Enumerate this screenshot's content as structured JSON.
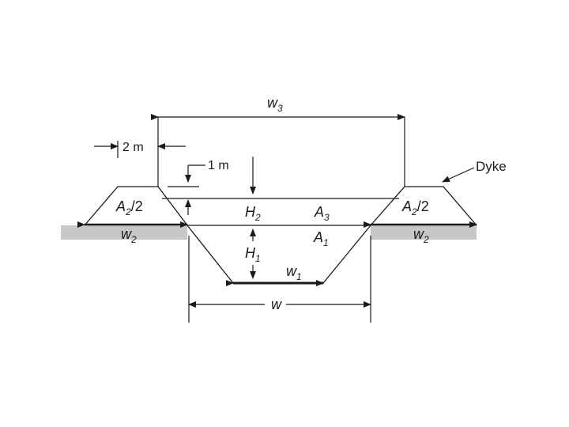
{
  "labels": {
    "w3": "w",
    "w3_sub": "3",
    "two_m": "2 m",
    "one_m": "1 m",
    "dyke": "Dyke",
    "a2_left": "A",
    "a2_left_sub": "2",
    "a2_left_tail": "/2",
    "a2_right": "A",
    "a2_right_sub": "2",
    "a2_right_tail": "/2",
    "h2": "H",
    "h2_sub": "2",
    "a3": "A",
    "a3_sub": "3",
    "a1": "A",
    "a1_sub": "1",
    "h1": "H",
    "h1_sub": "1",
    "w2_left": "w",
    "w2_left_sub": "2",
    "w2_right": "w",
    "w2_right_sub": "2",
    "w1": "w",
    "w1_sub": "1",
    "w": "w"
  },
  "colors": {
    "line": "#1a1a1a",
    "ground": "#c7c7c7"
  }
}
